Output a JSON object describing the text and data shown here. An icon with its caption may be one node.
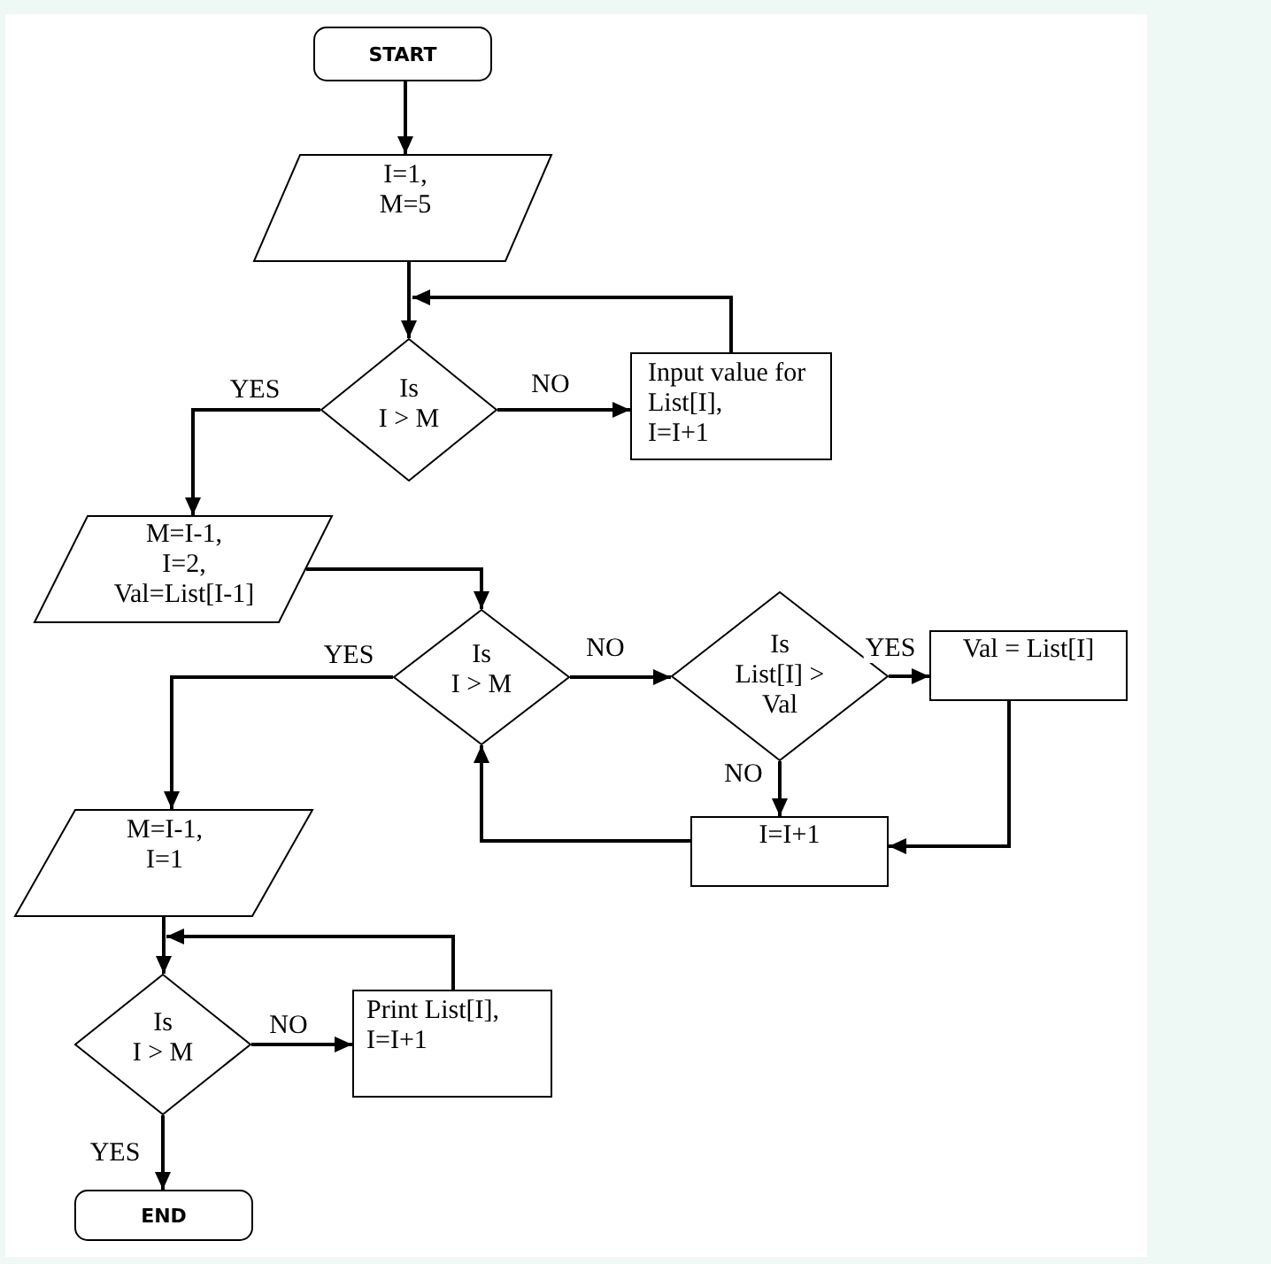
{
  "diagram": {
    "nodes": [
      {
        "text": [
          "START"
        ]
      },
      {
        "text": [
          "I=1, M=5"
        ]
      },
      {
        "text": [
          "Is I > M"
        ]
      },
      {
        "text": [
          "Input value for List[I], I=I+1"
        ]
      },
      {
        "text": [
          "M=I-1, I=2, Val=List[I-1]"
        ]
      },
      {
        "text": [
          "Is I > M"
        ]
      },
      {
        "text": [
          "Is List[I] > Val"
        ]
      },
      {
        "text": [
          "Val = List[I]"
        ]
      },
      {
        "text": [
          "I=I+1"
        ]
      },
      {
        "text": [
          "M=I-1, I=1"
        ]
      },
      {
        "text": [
          "Is I > M"
        ]
      },
      {
        "text": [
          "Print List[I], I=I+1"
        ]
      },
      {
        "text": [
          "END"
        ]
      }
    ],
    "edges": [
      {
        "from": 0,
        "to": 1,
        "arrow": "to"
      },
      {
        "from": 1,
        "to": 2,
        "arrow": "to"
      },
      {
        "from": 3,
        "to": 2,
        "arrow": "to"
      },
      {
        "from": 2,
        "to": 3,
        "arrow": "to",
        "label": "NO"
      },
      {
        "from": 2,
        "to": 4,
        "arrow": "to",
        "label": "YES"
      },
      {
        "from": 4,
        "to": 5,
        "arrow": "to"
      },
      {
        "from": 5,
        "to": 6,
        "arrow": "to",
        "label": "NO"
      },
      {
        "from": 6,
        "to": 7,
        "arrow": "to",
        "label": "YES"
      },
      {
        "from": 6,
        "to": 8,
        "arrow": "to",
        "label": "NO"
      },
      {
        "from": 7,
        "to": 8,
        "arrow": "to"
      },
      {
        "from": 8,
        "to": 5,
        "arrow": "to"
      },
      {
        "from": 5,
        "to": 9,
        "arrow": "to",
        "label": "YES"
      },
      {
        "from": 9,
        "to": 10,
        "arrow": "to"
      },
      {
        "from": 11,
        "to": 10,
        "arrow": "to"
      },
      {
        "from": 10,
        "to": 11,
        "arrow": "to",
        "label": "NO"
      },
      {
        "from": 10,
        "to": 12,
        "arrow": "to",
        "label": "YES"
      }
    ]
  }
}
